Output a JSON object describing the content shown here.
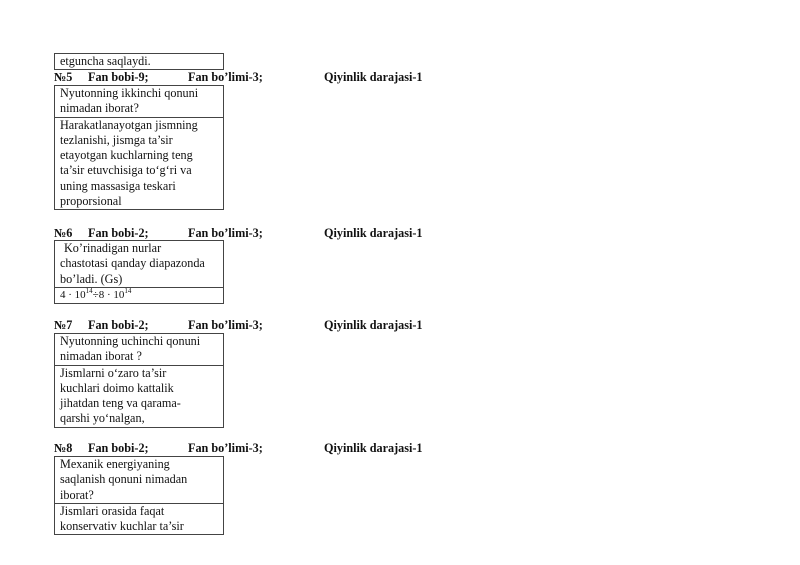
{
  "top_fragment": {
    "lines": [
      "etguncha saqlaydi."
    ]
  },
  "questions": [
    {
      "number": "№5",
      "bob": "Fan bobi-9;",
      "bolim": "Fan bo’limi-3;",
      "difficulty": "Qiyinlik darajasi-1",
      "question_lines": [
        "Nyutonning ikkinchi qonuni",
        "nimadan iborat?"
      ],
      "answer_lines": [
        "Harakatlanayotgan jismning",
        "tezlanishi, jismga ta’sir",
        "etayotgan kuchlarning teng",
        "ta’sir etuvchisiga to‘g‘ri va",
        "uning massasiga teskari",
        "proporsional"
      ]
    },
    {
      "number": "№6",
      "bob": "Fan bobi-2;",
      "bolim": "Fan bo’limi-3;",
      "difficulty": "Qiyinlik darajasi-1",
      "question_lines": [
        "Ko’rinadigan nurlar",
        "chastotasi qanday diapazonda",
        "bo’ladi. (Gs)"
      ],
      "answer_parts": {
        "c1": "4 · 10",
        "e1": "14",
        "sep": "÷8 · 10",
        "e2": "14"
      }
    },
    {
      "number": "№7",
      "bob": "Fan bobi-2;",
      "bolim": "Fan bo’limi-3;",
      "difficulty": "Qiyinlik darajasi-1",
      "question_lines": [
        "Nyutonning uchinchi  qonuni",
        "nimadan iborat ?"
      ],
      "answer_lines": [
        "Jismlarni o‘zaro ta’sir",
        "kuchlari doimo kattalik",
        "jihatdan teng  va qarama-",
        "qarshi yo‘nalgan,"
      ]
    },
    {
      "number": "№8",
      "bob": "Fan bobi-2;",
      "bolim": "Fan bo’limi-3;",
      "difficulty": "Qiyinlik darajasi-1",
      "question_lines": [
        "Mexanik energiyaning",
        "saqlanish qonuni nimadan",
        "iborat?"
      ],
      "answer_lines": [
        "Jismlari orasida faqat",
        "konservativ kuchlar ta’sir"
      ]
    }
  ]
}
